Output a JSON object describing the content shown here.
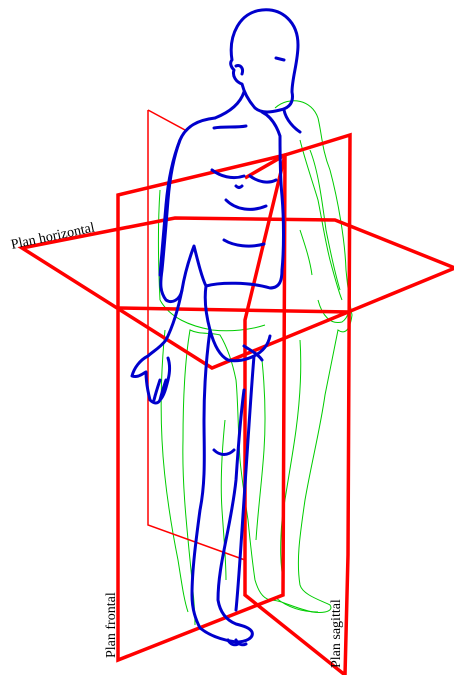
{
  "labels": {
    "horizontal": "Plan horizontal",
    "frontal": "Plan frontal",
    "sagittal": "Plan sagittal"
  },
  "colors": {
    "plane": "#ff0000",
    "front_figure": "#0000cc",
    "back_figure": "#00cc00",
    "background": "#ffffff",
    "text": "#000000"
  }
}
